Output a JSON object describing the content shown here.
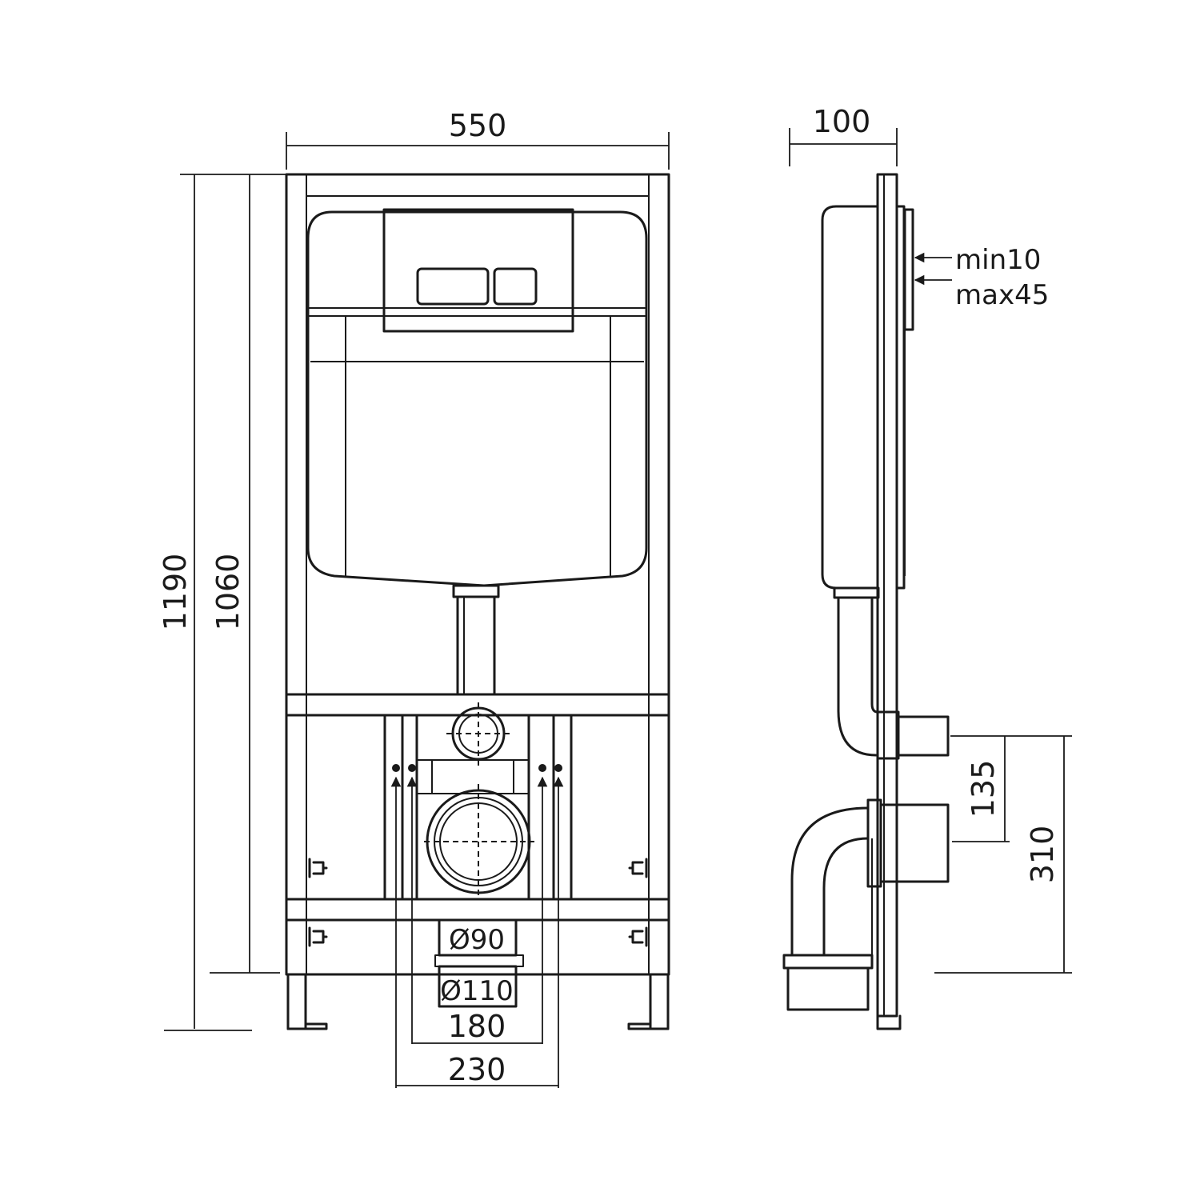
{
  "dimensions": {
    "frame_width": "550",
    "frame_height_total": "1190",
    "frame_height_inner": "1060",
    "depth": "100",
    "panel_min": "min10",
    "panel_max": "max45",
    "inlet_height": "135",
    "outlet_height": "310",
    "pipe_small": "Ø90",
    "pipe_large": "Ø110",
    "bolt_spacing_inner": "180",
    "bolt_spacing_outer": "230"
  }
}
